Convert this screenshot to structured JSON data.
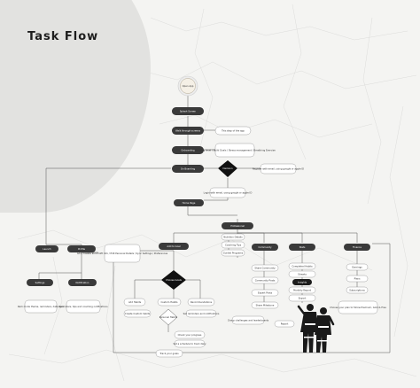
{
  "title": "Task Flow",
  "colors": {
    "dark_node": "#3a3a3a",
    "light_node": "#ffffff",
    "line": "#555555",
    "blob": "#e2e2e0",
    "background": "#f4f4f2"
  },
  "nodes": {
    "open_app": "Open App",
    "splash": "Splash Screen",
    "walkthrough": "Walk through screens",
    "onboarding": "Onboarding",
    "on_boarding": "On Boarding",
    "decision_main": "Decision",
    "login": "Login with email, using google or apple ID",
    "home": "Home Page",
    "register": "Register with email, using google or apple ID",
    "skip_note": "This step of the app",
    "onboarding_note": "Choosing level / Build Goals / Stress management / Breathing Exercise",
    "launch": "Launch",
    "profile": "Profile",
    "profile_note": "Add / Delete and Profit Info / Edit Personal Details / Sync Settings / Preferences",
    "settings": "Settings",
    "notifications": "Notification",
    "settings_note": "Dark mode theme, reminders, data sync",
    "notifications_note": "Reminders, tips and coaching notifications",
    "add_to_goal": "Add to Goal",
    "goal_decision": "Choose Goals",
    "add_habits": "Add Habits",
    "custom_habits": "Custom Habits",
    "recommendations": "Recommendations",
    "habit_decision": "Personal Habits",
    "custom_note": "Create Custom habits",
    "reminders_note": "Set reminders and notifications",
    "progress_note": "Check your progress",
    "schedule_note": "Set a schedule to track daily",
    "track": "Track your goals",
    "professional": "Professional",
    "pro_item_1": "Nutrition Details",
    "pro_item_2": "Coaching Tips",
    "pro_item_3": "Guided Programs",
    "community": "Community",
    "comm_1": "Share Community",
    "comm_2": "Community Posts",
    "comm_3": "Expert Posts",
    "comm_4": "Share Milestone",
    "comm_note": "Group challenges and leaderboards",
    "stats": "Stats",
    "stat_1": "Completed Habits",
    "stat_2": "Streaks",
    "stat_3": "Insights",
    "stat_4": "Monthly Report",
    "stat_5": "Export",
    "finance": "Finance",
    "fin_1": "Earnings",
    "fin_2": "Plans",
    "fin_3": "Subscriptions",
    "fin_note": "Choose your plan to follow Premium, Gold & Free",
    "report": "Report"
  }
}
